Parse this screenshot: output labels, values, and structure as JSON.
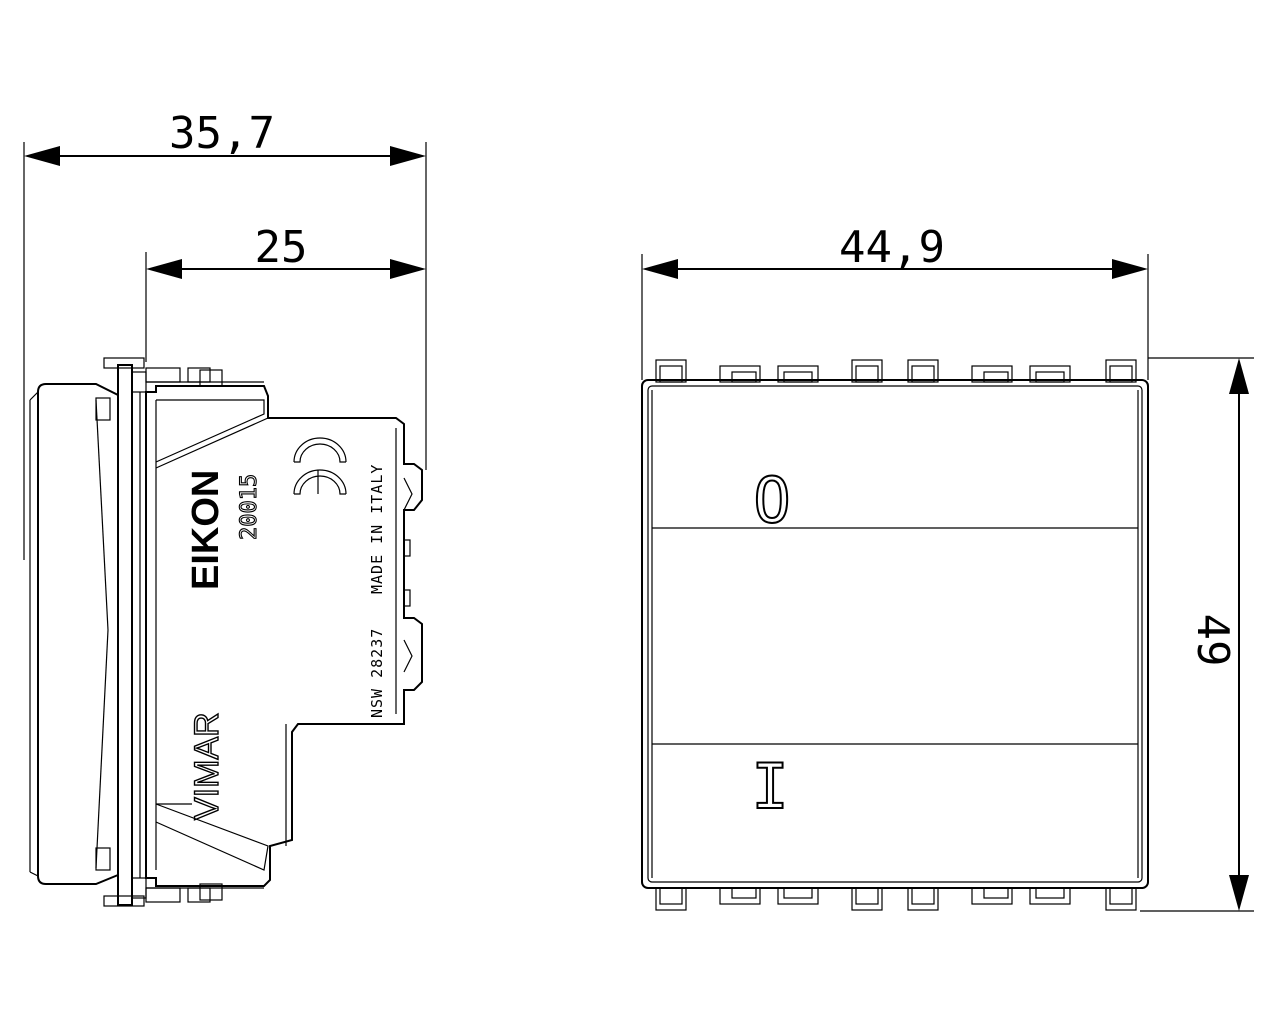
{
  "side_view": {
    "dims": {
      "overall_depth": "35,7",
      "body_depth": "25"
    },
    "markings": {
      "series": "EIKON",
      "code": "20015",
      "ce_mark": "CE",
      "origin": "MADE IN ITALY",
      "approval": "NSW 28237",
      "brand": "VIMAR"
    }
  },
  "front_view": {
    "dims": {
      "width": "44,9",
      "height": "49"
    },
    "symbols": {
      "off": "O",
      "on": "I"
    }
  }
}
